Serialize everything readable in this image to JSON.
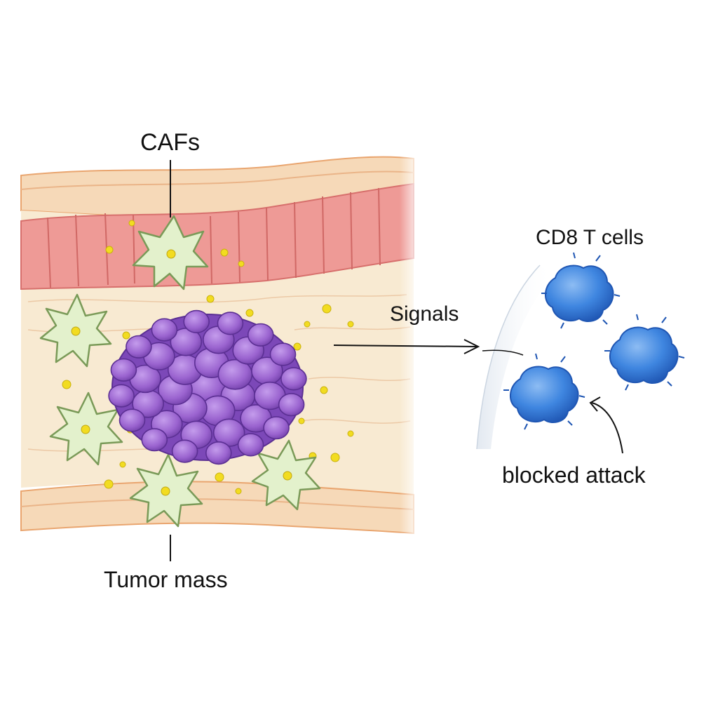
{
  "labels": {
    "cafs": "CAFs",
    "tumor_mass": "Tumor mass",
    "signals": "Signals",
    "cd8_t_cells": "CD8 T cells",
    "blocked_attack": "blocked attack"
  },
  "colors": {
    "tissue_band": "#f6d9b8",
    "tissue_edge": "#e9a56f",
    "epithelium": "#ee9a96",
    "stroma": "#f8ead2",
    "caf_fill": "#e3f1cc",
    "caf_stroke": "#7a9a58",
    "tumor_fill": "#9a63cf",
    "tumor_dark": "#6b3aa3",
    "t_cell_fill": "#3f86e0",
    "t_cell_dark": "#1f56b3",
    "signal_dot": "#f2dc21",
    "line": "#111111"
  }
}
